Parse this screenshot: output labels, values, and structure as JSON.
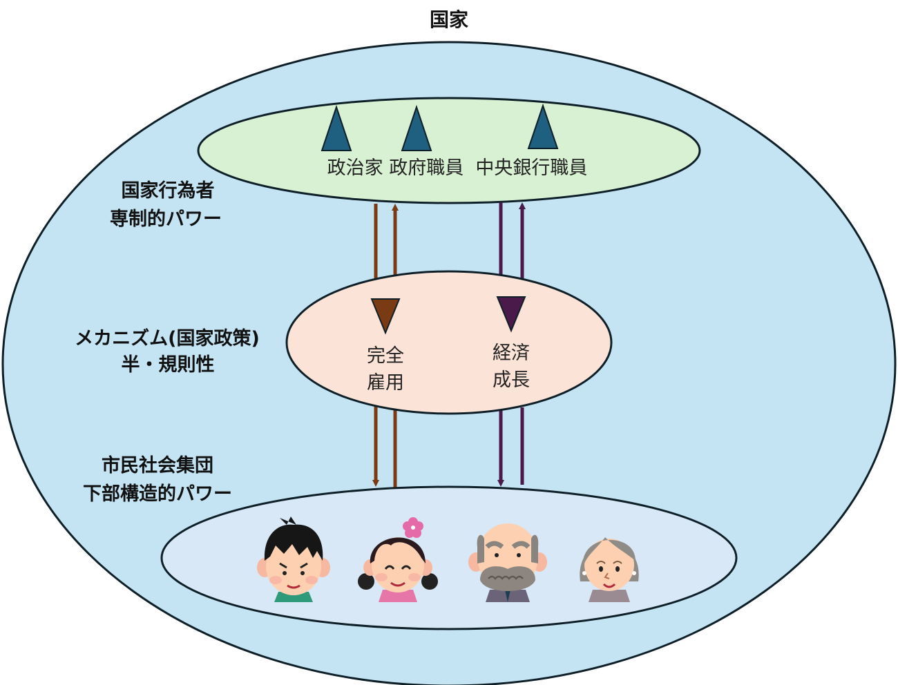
{
  "title": "国家",
  "state_actors": {
    "label_line1": "国家行為者",
    "label_line2": "専制的パワー",
    "actors": [
      "政治家",
      "政府職員",
      "中央銀行職員"
    ],
    "actors_text": "政治家 政府職員  中央銀行職員",
    "icon": "triangle-up-icon"
  },
  "mechanism": {
    "label_line1": "メカニズム(国家政策)",
    "label_line2": "半・規則性",
    "policies": [
      {
        "line1": "完全",
        "line2": "雇用",
        "color": "#7a3a14",
        "icon": "triangle-down-icon"
      },
      {
        "line1": "経済",
        "line2": "成長",
        "color": "#4a1a4a",
        "icon": "triangle-down-icon"
      }
    ]
  },
  "civil_society": {
    "label_line1": "市民社会集団",
    "label_line2": "下部構造的パワー",
    "people": [
      "boy",
      "girl",
      "old-man",
      "old-woman"
    ]
  },
  "colors": {
    "state_fill": "#c4e4f4",
    "actors_fill": "#d9f1d3",
    "mechanism_fill": "#fbe3d7",
    "civil_fill": "#d8e8f6",
    "triangle_blue": "#1f5f80",
    "employment_arrow": "#7a3a14",
    "growth_arrow": "#4a1a4a",
    "outline": "#0f1f28"
  }
}
